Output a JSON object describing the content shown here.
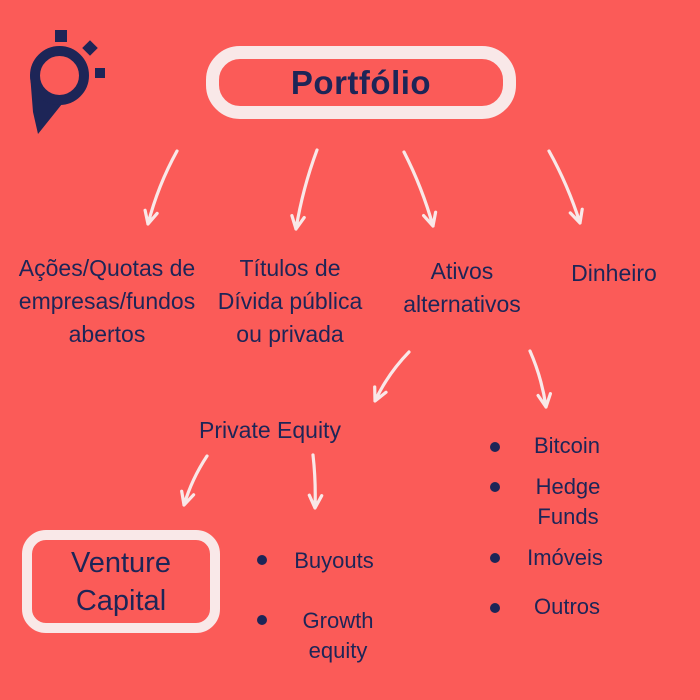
{
  "palette": {
    "background": "#FB5B58",
    "text_navy": "#1D2557",
    "light_pink": "#F9E8E8"
  },
  "logo": {
    "name": "pense-speech-bubble-logo"
  },
  "root": {
    "title": "Portfólio"
  },
  "categories": [
    {
      "lines": [
        "Ações/Quotas de",
        "empresas/fundos",
        "abertos"
      ]
    },
    {
      "lines": [
        "Títulos de",
        "Dívida pública",
        "ou privada"
      ]
    },
    {
      "lines": [
        "Ativos",
        "alternativos"
      ]
    },
    {
      "lines": [
        "Dinheiro"
      ]
    }
  ],
  "private_equity": {
    "label": "Private Equity"
  },
  "venture_capital": {
    "lines": [
      "Venture",
      "Capital"
    ]
  },
  "pe_list": {
    "items": [
      {
        "lines": [
          "Buyouts"
        ]
      },
      {
        "lines": [
          "Growth",
          "equity"
        ]
      }
    ]
  },
  "alt_list": {
    "items": [
      {
        "lines": [
          "Bitcoin"
        ]
      },
      {
        "lines": [
          "Hedge",
          "Funds"
        ]
      },
      {
        "lines": [
          "Imóveis"
        ]
      },
      {
        "lines": [
          "Outros"
        ]
      }
    ]
  }
}
